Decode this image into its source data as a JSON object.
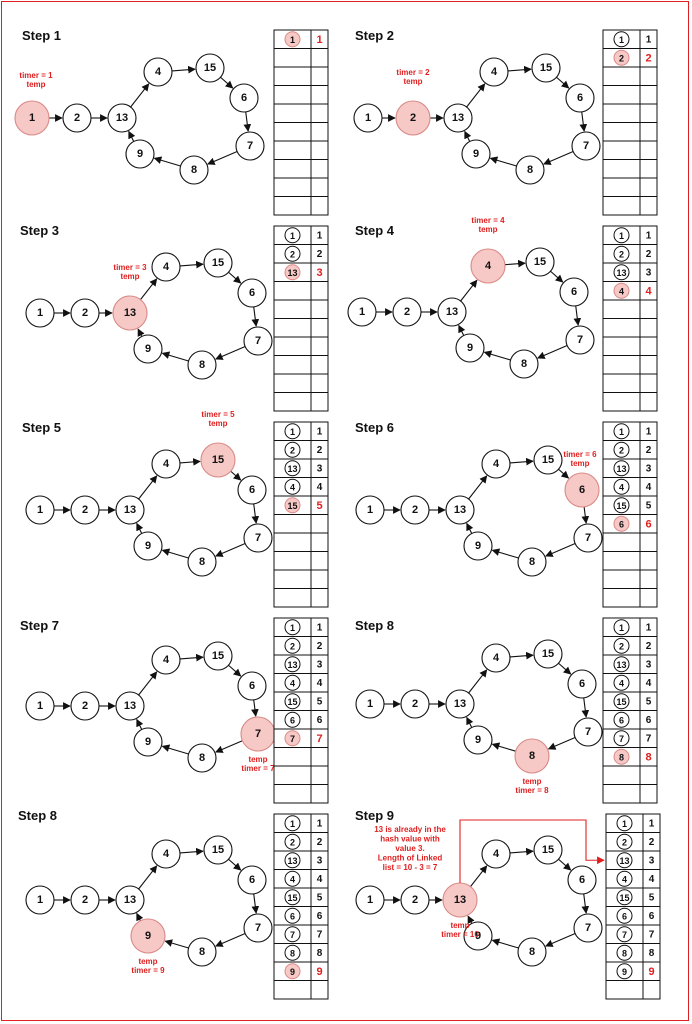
{
  "colors": {
    "highlight_fill": "#f6c8c6",
    "highlight_text": "#e02020",
    "border": "#e02020",
    "ink": "#111111"
  },
  "nodes": [
    "1",
    "2",
    "13",
    "4",
    "15",
    "6",
    "7",
    "8",
    "9"
  ],
  "steps": [
    {
      "title": "Step 1",
      "hl": "1",
      "annotation": [
        "timer = 1",
        "temp"
      ],
      "ann_pos": "above",
      "rows": [
        [
          "1",
          "1"
        ]
      ],
      "hl_row": 0
    },
    {
      "title": "Step 2",
      "hl": "2",
      "annotation": [
        "timer = 2",
        "temp"
      ],
      "ann_pos": "above",
      "rows": [
        [
          "1",
          "1"
        ],
        [
          "2",
          "2"
        ]
      ],
      "hl_row": 1
    },
    {
      "title": "Step 3",
      "hl": "13",
      "annotation": [
        "timer = 3",
        "temp"
      ],
      "ann_pos": "above",
      "rows": [
        [
          "1",
          "1"
        ],
        [
          "2",
          "2"
        ],
        [
          "13",
          "3"
        ]
      ],
      "hl_row": 2
    },
    {
      "title": "Step 4",
      "hl": "4",
      "annotation": [
        "timer = 4",
        "temp"
      ],
      "ann_pos": "above",
      "rows": [
        [
          "1",
          "1"
        ],
        [
          "2",
          "2"
        ],
        [
          "13",
          "3"
        ],
        [
          "4",
          "4"
        ]
      ],
      "hl_row": 3
    },
    {
      "title": "Step 5",
      "hl": "15",
      "annotation": [
        "timer = 5",
        "temp"
      ],
      "ann_pos": "above",
      "rows": [
        [
          "1",
          "1"
        ],
        [
          "2",
          "2"
        ],
        [
          "13",
          "3"
        ],
        [
          "4",
          "4"
        ],
        [
          "15",
          "5"
        ]
      ],
      "hl_row": 4
    },
    {
      "title": "Step 6",
      "hl": "6",
      "annotation": [
        "timer = 6",
        "temp"
      ],
      "ann_pos": "right",
      "rows": [
        [
          "1",
          "1"
        ],
        [
          "2",
          "2"
        ],
        [
          "13",
          "3"
        ],
        [
          "4",
          "4"
        ],
        [
          "15",
          "5"
        ],
        [
          "6",
          "6"
        ]
      ],
      "hl_row": 5
    },
    {
      "title": "Step 7",
      "hl": "7",
      "annotation": [
        "temp",
        "timer = 7"
      ],
      "ann_pos": "below",
      "rows": [
        [
          "1",
          "1"
        ],
        [
          "2",
          "2"
        ],
        [
          "13",
          "3"
        ],
        [
          "4",
          "4"
        ],
        [
          "15",
          "5"
        ],
        [
          "6",
          "6"
        ],
        [
          "7",
          "7"
        ]
      ],
      "hl_row": 6
    },
    {
      "title": "Step 8",
      "hl": "8",
      "annotation": [
        "temp",
        "timer = 8"
      ],
      "ann_pos": "below",
      "rows": [
        [
          "1",
          "1"
        ],
        [
          "2",
          "2"
        ],
        [
          "13",
          "3"
        ],
        [
          "4",
          "4"
        ],
        [
          "15",
          "5"
        ],
        [
          "6",
          "6"
        ],
        [
          "7",
          "7"
        ],
        [
          "8",
          "8"
        ]
      ],
      "hl_row": 7
    },
    {
      "title": "Step 8",
      "hl": "9",
      "annotation": [
        "temp",
        "timer = 9"
      ],
      "ann_pos": "below",
      "rows": [
        [
          "1",
          "1"
        ],
        [
          "2",
          "2"
        ],
        [
          "13",
          "3"
        ],
        [
          "4",
          "4"
        ],
        [
          "15",
          "5"
        ],
        [
          "6",
          "6"
        ],
        [
          "7",
          "7"
        ],
        [
          "8",
          "8"
        ],
        [
          "9",
          "9"
        ]
      ],
      "hl_row": 8
    },
    {
      "title": "Step 9",
      "hl": "13",
      "annotation": [
        "temp",
        "timer = 10"
      ],
      "ann_pos": "below",
      "rows": [
        [
          "1",
          "1"
        ],
        [
          "2",
          "2"
        ],
        [
          "13",
          "3"
        ],
        [
          "4",
          "4"
        ],
        [
          "15",
          "5"
        ],
        [
          "6",
          "6"
        ],
        [
          "7",
          "7"
        ],
        [
          "8",
          "8"
        ],
        [
          "9",
          "9"
        ]
      ],
      "hl_row": 8,
      "hl_key": false,
      "ref_row": 2,
      "note": [
        "13 is already in the",
        "hash value with",
        "value 3.",
        "Length of Linked",
        "list = 10 - 3 = 7"
      ]
    }
  ]
}
